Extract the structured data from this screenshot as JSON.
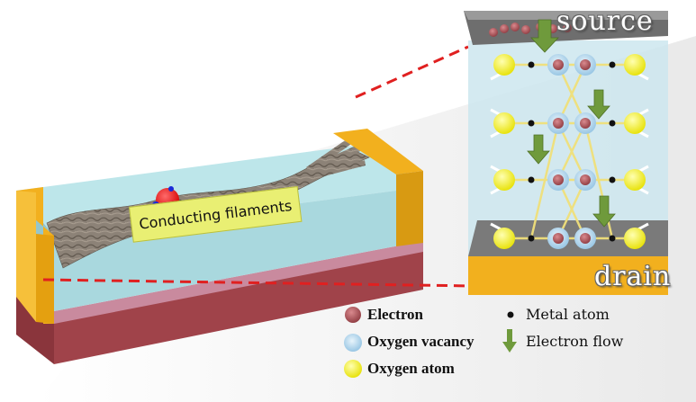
{
  "device": {
    "filament_label": "Conducting filaments"
  },
  "inset": {
    "source_label": "source",
    "drain_label": "drain"
  },
  "legend": {
    "electron": "Electron",
    "oxygen_vacancy": "Oxygen vacancy",
    "oxygen_atom": "Oxygen atom",
    "metal_atom": "Metal atom",
    "electron_flow": "Electron flow"
  },
  "colors": {
    "electrode_gold": "#f2b01e",
    "oxide_cyan": "#bde6ea",
    "substrate_maroon": "#a0434a",
    "substrate_pink": "#c98a9e",
    "oxygen_yellow": "#f4f21c",
    "vacancy_blue": "#b7daf0",
    "electron_red": "#b0585e",
    "flow_green": "#6f9a3c",
    "dashed_red": "#e02020",
    "label_yellow": "#e9ef73"
  }
}
